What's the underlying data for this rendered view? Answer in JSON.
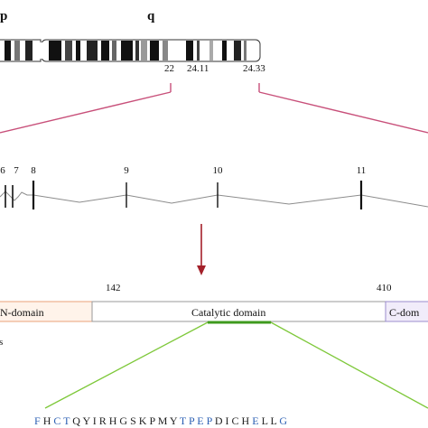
{
  "chromosome": {
    "arms": {
      "p": "p",
      "q": "q"
    },
    "band_labels": [
      "22",
      "24.11",
      "24.33"
    ]
  },
  "gene": {
    "exon_labels": [
      "6",
      "7",
      "8",
      "9",
      "10",
      "11"
    ]
  },
  "protein": {
    "positions": [
      "142",
      "410"
    ],
    "domains": [
      {
        "name": "N-domain",
        "color": "#fff3ea",
        "border": "#e8a07a"
      },
      {
        "name": "Catalytic domain",
        "color": "#ffffff",
        "border": "#999999"
      },
      {
        "name": "C-dom",
        "color": "#f1ecfa",
        "border": "#9b8ccc"
      }
    ],
    "side_mark": "s"
  },
  "sequence": {
    "residues": [
      {
        "r": "F",
        "c": "#2b5fb3"
      },
      {
        "r": "H",
        "c": "#222222"
      },
      {
        "r": "C",
        "c": "#2b5fb3"
      },
      {
        "r": "T",
        "c": "#2b5fb3"
      },
      {
        "r": "Q",
        "c": "#222222"
      },
      {
        "r": "Y",
        "c": "#222222"
      },
      {
        "r": "I",
        "c": "#222222"
      },
      {
        "r": "R",
        "c": "#222222"
      },
      {
        "r": "H",
        "c": "#222222"
      },
      {
        "r": "G",
        "c": "#222222"
      },
      {
        "r": "S",
        "c": "#222222"
      },
      {
        "r": "K",
        "c": "#222222"
      },
      {
        "r": "P",
        "c": "#222222"
      },
      {
        "r": "M",
        "c": "#222222"
      },
      {
        "r": "Y",
        "c": "#222222"
      },
      {
        "r": "T",
        "c": "#2b5fb3"
      },
      {
        "r": "P",
        "c": "#2b5fb3"
      },
      {
        "r": "E",
        "c": "#2b5fb3"
      },
      {
        "r": "P",
        "c": "#2b5fb3"
      },
      {
        "r": "D",
        "c": "#222222"
      },
      {
        "r": "I",
        "c": "#222222"
      },
      {
        "r": "C",
        "c": "#222222"
      },
      {
        "r": "H",
        "c": "#222222"
      },
      {
        "r": "E",
        "c": "#2b5fb3"
      },
      {
        "r": "L",
        "c": "#222222"
      },
      {
        "r": "L",
        "c": "#222222"
      },
      {
        "r": "G",
        "c": "#2b5fb3"
      }
    ]
  },
  "colors": {
    "callout_pink": "#c8507a",
    "callout_green": "#7ec83a",
    "arrow_red": "#a3202a",
    "intron_gray": "#8c8c8c"
  }
}
